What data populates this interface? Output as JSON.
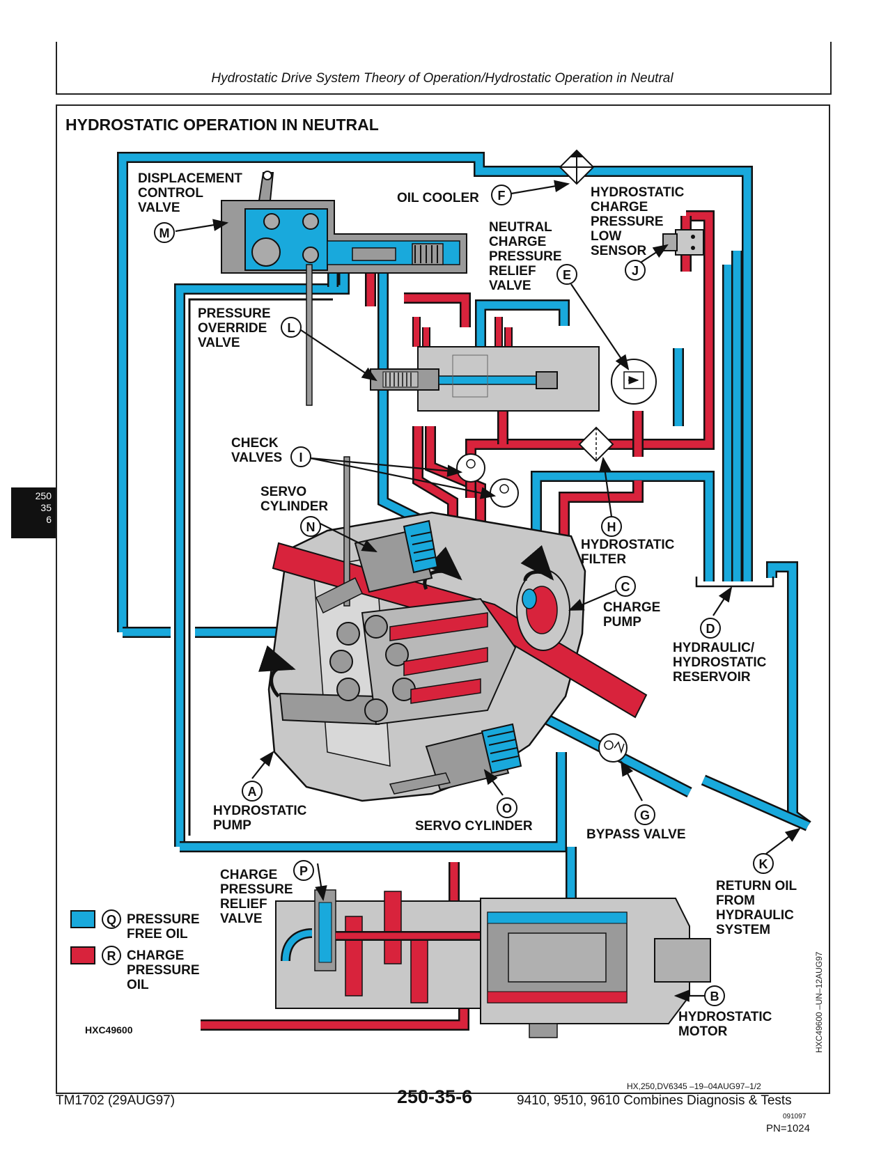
{
  "header": {
    "title": "Hydrostatic Drive System Theory of Operation/Hydrostatic Operation in Neutral"
  },
  "side_tab": {
    "line1": "250",
    "line2": "35",
    "line3": "6"
  },
  "figure": {
    "title": "HYDROSTATIC OPERATION IN NEUTRAL",
    "image_code": "HXC49600",
    "vertical_ref": "HXC49600 –UN–12AUG97",
    "colors": {
      "pressure_free_oil": "#19a9dc",
      "charge_pressure_oil": "#d8233c",
      "housing": "#c8c8c8",
      "housing_dark": "#9a9a9a"
    },
    "labels": {
      "M": {
        "letter": "M",
        "lines": [
          "DISPLACEMENT",
          "CONTROL",
          "VALVE"
        ]
      },
      "F": {
        "letter": "F",
        "lines": [
          "OIL COOLER"
        ]
      },
      "J": {
        "letter": "J",
        "lines": [
          "HYDROSTATIC",
          "CHARGE",
          "PRESSURE",
          "LOW",
          "SENSOR"
        ]
      },
      "E": {
        "letter": "E",
        "lines": [
          "NEUTRAL",
          "CHARGE",
          "PRESSURE",
          "RELIEF",
          "VALVE"
        ]
      },
      "L": {
        "letter": "L",
        "lines": [
          "PRESSURE",
          "OVERRIDE",
          "VALVE"
        ]
      },
      "I": {
        "letter": "I",
        "lines": [
          "CHECK",
          "VALVES"
        ]
      },
      "N": {
        "letter": "N",
        "lines": [
          "SERVO",
          "CYLINDER"
        ]
      },
      "H": {
        "letter": "H",
        "lines": [
          "HYDROSTATIC",
          "FILTER"
        ]
      },
      "C": {
        "letter": "C",
        "lines": [
          "CHARGE",
          "PUMP"
        ]
      },
      "D": {
        "letter": "D",
        "lines": [
          "HYDRAULIC/",
          "HYDROSTATIC",
          "RESERVOIR"
        ]
      },
      "A": {
        "letter": "A",
        "lines": [
          "HYDROSTATIC",
          "PUMP"
        ]
      },
      "O": {
        "letter": "O",
        "lines": [
          "SERVO CYLINDER"
        ]
      },
      "G": {
        "letter": "G",
        "lines": [
          "BYPASS VALVE"
        ]
      },
      "K": {
        "letter": "K",
        "lines": [
          "RETURN OIL",
          "FROM",
          "HYDRAULIC",
          "SYSTEM"
        ]
      },
      "P": {
        "letter": "P",
        "lines": [
          "CHARGE",
          "PRESSURE",
          "RELIEF",
          "VALVE"
        ]
      },
      "B": {
        "letter": "B",
        "lines": [
          "HYDROSTATIC",
          "MOTOR"
        ]
      }
    },
    "legend": [
      {
        "letter": "Q",
        "lines": [
          "PRESSURE",
          "FREE OIL"
        ]
      },
      {
        "letter": "R",
        "lines": [
          "CHARGE",
          "PRESSURE",
          "OIL"
        ]
      }
    ]
  },
  "footer": {
    "ref": "HX,250,DV6345   –19–04AUG97–1/2",
    "manual": "TM1702 (29AUG97)",
    "page": "250-35-6",
    "title": "9410, 9510, 9610 Combines Diagnosis & Tests",
    "date": "091097",
    "pn": "PN=1024"
  }
}
